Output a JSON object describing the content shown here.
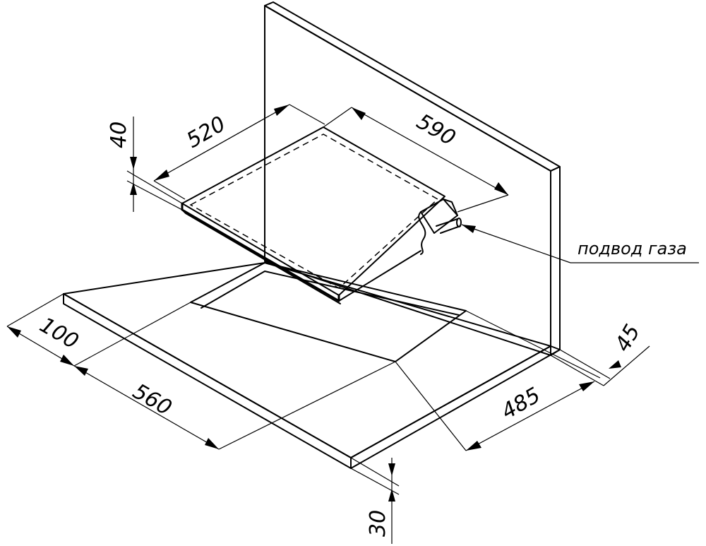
{
  "dimensions": {
    "hob_depth": "520",
    "hob_width": "590",
    "hob_height": "40",
    "front_offset": "100",
    "cutout_width": "560",
    "cutout_depth": "485",
    "back_offset": "45",
    "countertop_thickness": "30"
  },
  "labels": {
    "gas_inlet": "подвод газа"
  }
}
